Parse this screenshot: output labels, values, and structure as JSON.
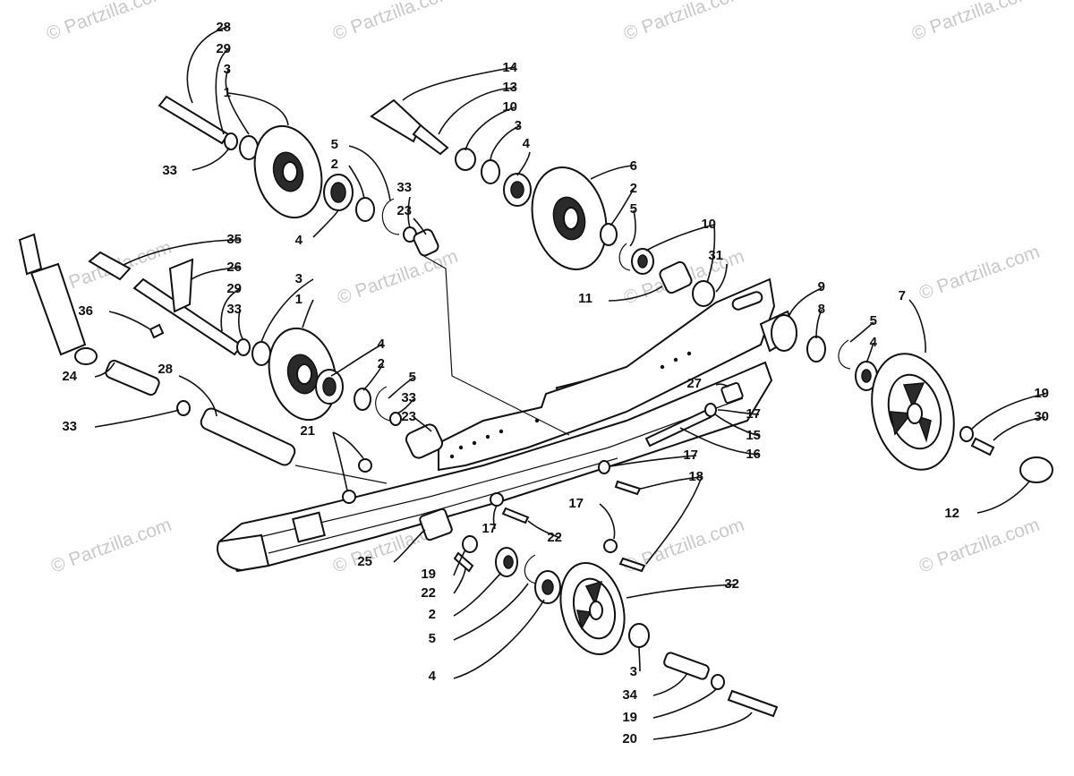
{
  "watermark": "© Partzilla.com",
  "callouts": [
    "1",
    "2",
    "3",
    "4",
    "5",
    "6",
    "7",
    "8",
    "9",
    "10",
    "11",
    "12",
    "13",
    "14",
    "15",
    "16",
    "17",
    "18",
    "19",
    "20",
    "21",
    "22",
    "23",
    "24",
    "25",
    "26",
    "27",
    "28",
    "29",
    "30",
    "31",
    "32",
    "33",
    "34",
    "35",
    "36"
  ],
  "legend": {}
}
